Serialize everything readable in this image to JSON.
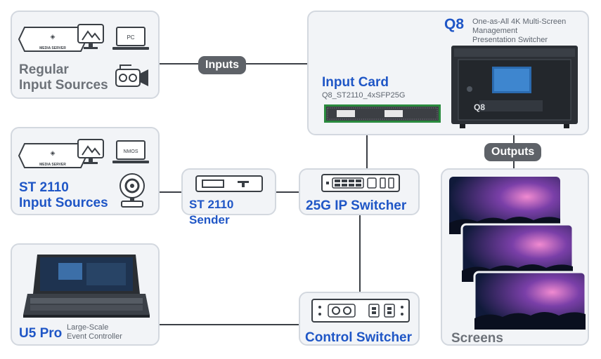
{
  "regular": {
    "title_line1": "Regular",
    "title_line2": "Input Sources",
    "media_server_label": "MEDIA SERVER",
    "pc_label": "PC"
  },
  "st2110": {
    "title_line1": "ST 2110",
    "title_line2": "Input Sources",
    "media_server_label": "MEDIA SERVER",
    "nmos_label": "NMOS"
  },
  "u5": {
    "title": "U5 Pro",
    "desc_line1": "Large-Scale",
    "desc_line2": "Event Controller"
  },
  "sender": {
    "title": "ST 2110 Sender"
  },
  "ip_switcher": {
    "title": "25G IP Switcher"
  },
  "control_switcher": {
    "title": "Control Switcher"
  },
  "q8": {
    "name": "Q8",
    "desc_line1": "One-as-All 4K Multi-Screen",
    "desc_line2": "Management",
    "desc_line3": "Presentation Switcher",
    "front_label": "Q8"
  },
  "input_card": {
    "title": "Input Card",
    "model": "Q8_ST2110_4xSFP25G"
  },
  "labels": {
    "inputs": "Inputs",
    "outputs": "Outputs"
  },
  "screens": {
    "title": "Screens"
  },
  "colors": {
    "accent_blue": "#1f56c6",
    "gray_text": "#6d7279",
    "pill": "#5e6268",
    "card_bg": "#f2f4f7",
    "card_border": "#d3d8df"
  }
}
